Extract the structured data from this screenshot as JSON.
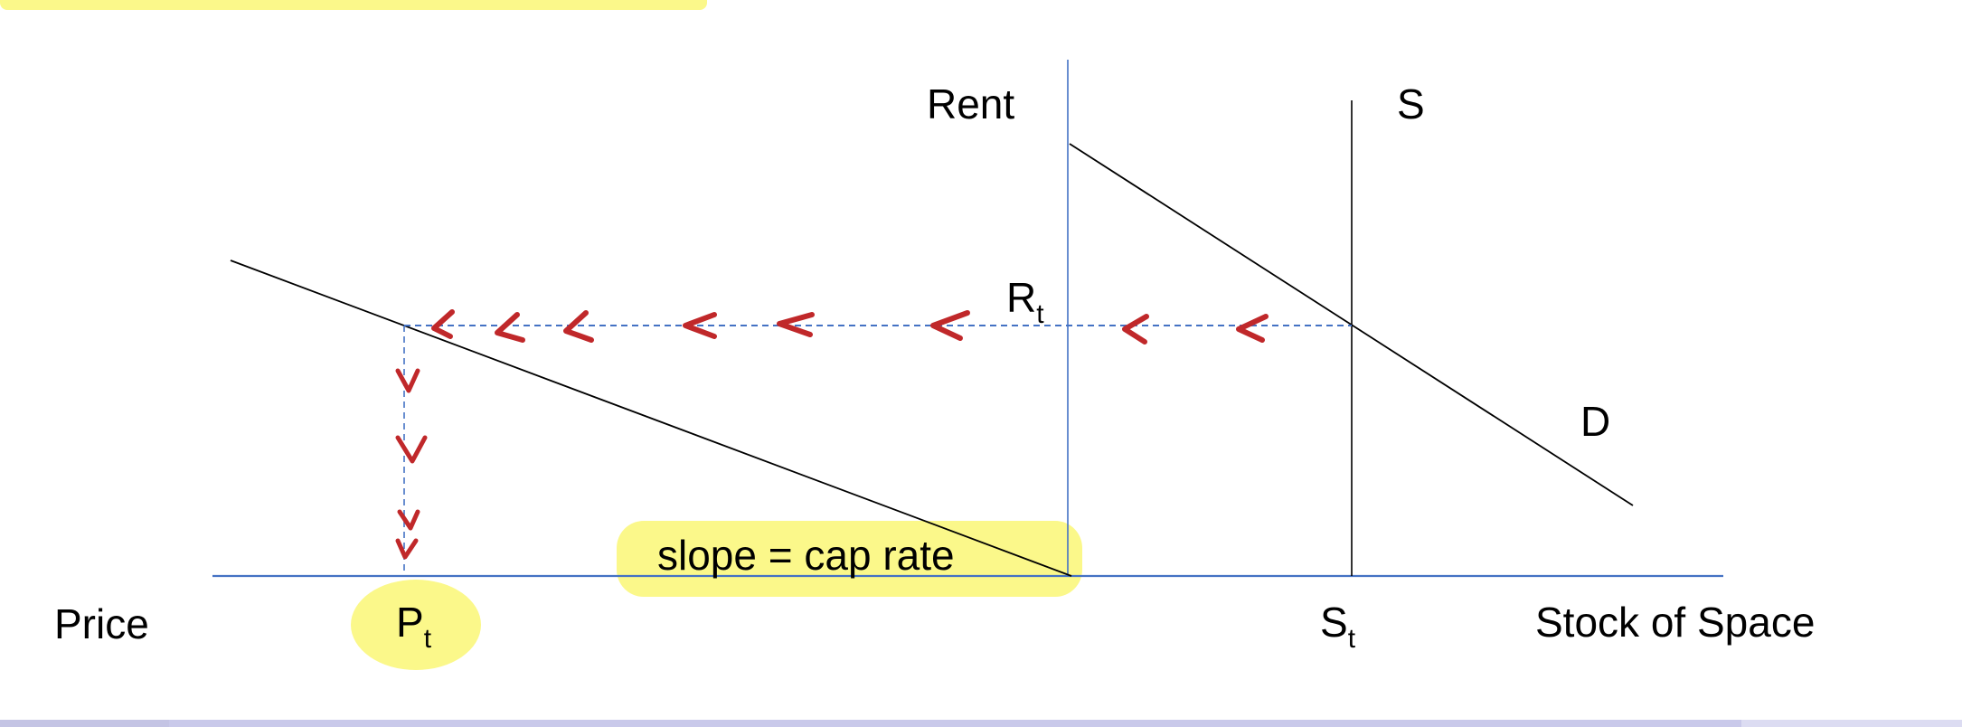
{
  "diagram": {
    "labels": {
      "rent_axis": "Rent",
      "supply": "S",
      "demand": "D",
      "rent_value": "R",
      "rent_value_sub": "t",
      "price_axis": "Price",
      "price_value": "P",
      "price_value_sub": "t",
      "stock_value": "S",
      "stock_value_sub": "t",
      "stock_axis": "Stock of Space",
      "slope_note": "slope = cap rate"
    },
    "colors": {
      "axis": "#4472c4",
      "curve": "#000000",
      "annotation_arrows": "#c0282a",
      "highlight": "#fbf88a",
      "bottom_bar": "#c9c9ea"
    }
  }
}
